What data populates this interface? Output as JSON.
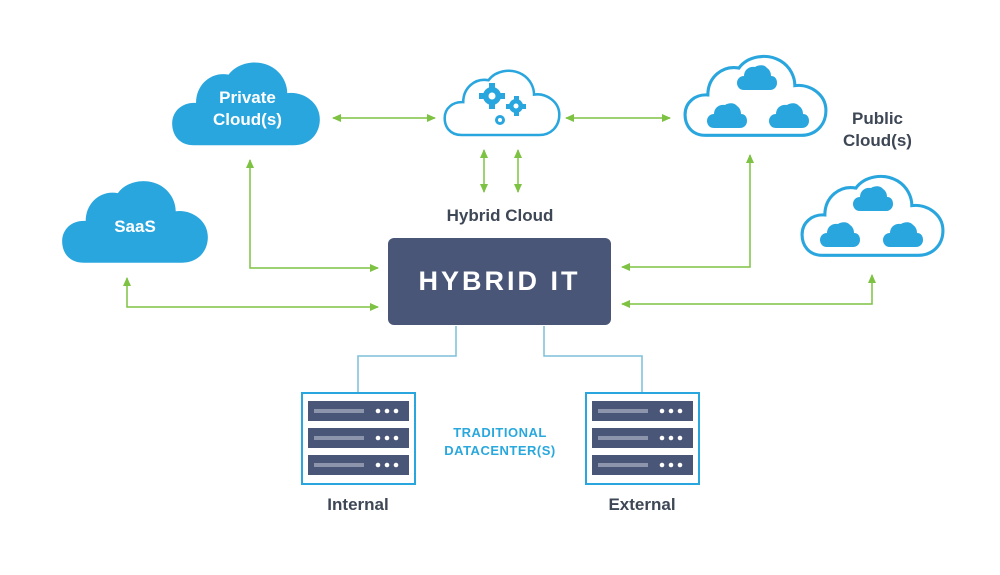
{
  "diagram": {
    "hub_label": "HYBRID IT",
    "private_cloud_label": "Private Cloud(s)",
    "saas_label": "SaaS",
    "hybrid_cloud_label": "Hybrid Cloud",
    "public_cloud_label_line1": "Public",
    "public_cloud_label_line2": "Cloud(s)",
    "traditional_label_line1": "TRADITIONAL",
    "traditional_label_line2": "DATACENTER(S)",
    "internal_label": "Internal",
    "external_label": "External"
  },
  "colors": {
    "cloud_fill": "#2aa6de",
    "cloud_outline": "#2aa6de",
    "arrow": "#7dc242",
    "hub": "#4a5677",
    "server_rack": "#4a5677",
    "server_outline": "#2aa6de",
    "connector": "#7cbfd9"
  },
  "icons": {
    "gears": "gears-icon",
    "server": "server-rack-icon"
  }
}
